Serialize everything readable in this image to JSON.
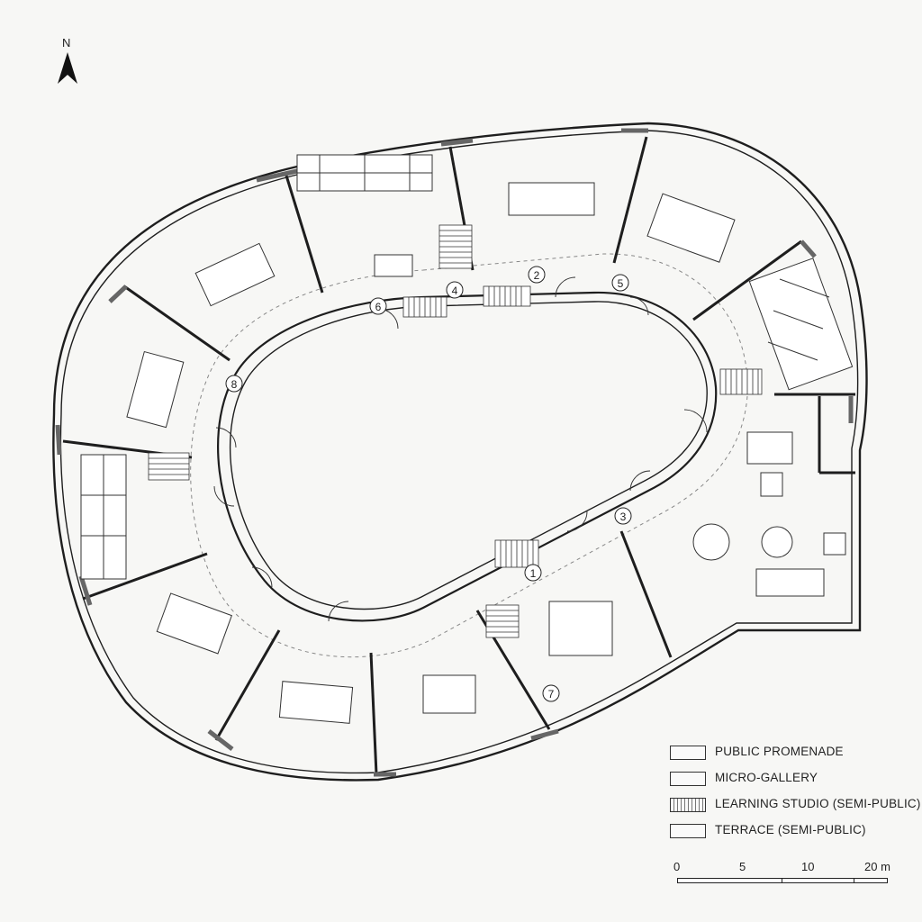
{
  "north": {
    "label": "N"
  },
  "markers": [
    "1",
    "2",
    "3",
    "4",
    "5",
    "6",
    "7",
    "8"
  ],
  "legend": [
    {
      "label": "PUBLIC PROMENADE",
      "swatch": "plain"
    },
    {
      "label": "MICRO-GALLERY",
      "swatch": "plain"
    },
    {
      "label": "LEARNING STUDIO (SEMI-PUBLIC)",
      "swatch": "hatched"
    },
    {
      "label": "TERRACE (SEMI-PUBLIC)",
      "swatch": "plain"
    }
  ],
  "scale": {
    "labels": [
      "0",
      "5",
      "10",
      "20 m"
    ]
  },
  "colors": {
    "line": "#1e1e1e",
    "wall_fill": "#9a9a9a",
    "paper": "#f7f7f5"
  }
}
